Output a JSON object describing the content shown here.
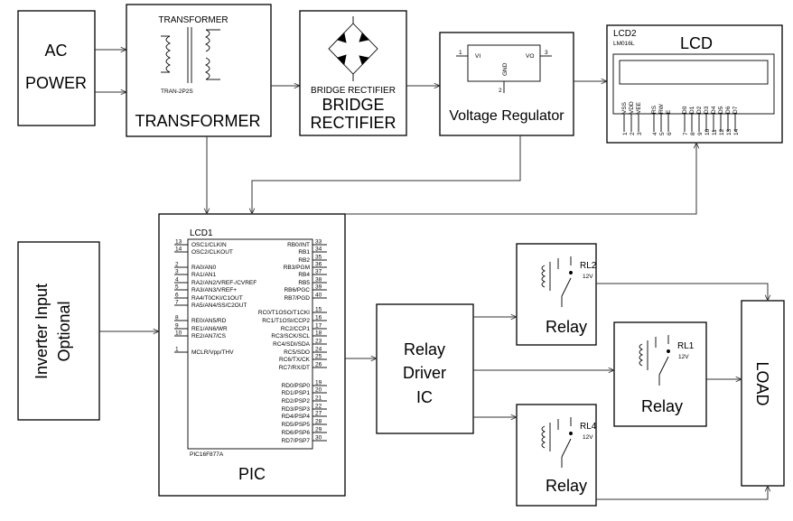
{
  "blocks": {
    "ac_power": {
      "line1": "AC",
      "line2": "POWER"
    },
    "transformer": {
      "top_label": "TRANSFORMER",
      "part": "TRAN-2P2S",
      "caption": "TRANSFORMER"
    },
    "bridge": {
      "small_label": "BRIDGE RECTIFIER",
      "line1": "BRIDGE",
      "line2": "RECTIFIER"
    },
    "regulator": {
      "caption": "Voltage Regulator",
      "pin_vi": "VI",
      "pin_vo": "VO",
      "pin_gnd": "GND",
      "n1": "1",
      "n2": "2",
      "n3": "3"
    },
    "lcd": {
      "ref": "LCD2",
      "model": "LM016L",
      "title": "LCD",
      "pin_names": [
        "VSS",
        "VDD",
        "VEE",
        "RS",
        "RW",
        "E",
        "D0",
        "D1",
        "D2",
        "D3",
        "D4",
        "D5",
        "D6",
        "D7"
      ],
      "pin_numbers": [
        "1",
        "2",
        "3",
        "4",
        "5",
        "6",
        "7",
        "8",
        "9",
        "10",
        "11",
        "12",
        "13",
        "14"
      ]
    },
    "pic": {
      "ref": "LCD1",
      "part": "PIC16F877A",
      "caption": "PIC",
      "left_pins": [
        {
          "num": "13",
          "name": "OSC1/CLKIN"
        },
        {
          "num": "14",
          "name": "OSC2/CLKOUT"
        },
        {
          "num": "2",
          "name": "RA0/AN0"
        },
        {
          "num": "3",
          "name": "RA1/AN1"
        },
        {
          "num": "4",
          "name": "RA2/AN2/VREF-/CVREF"
        },
        {
          "num": "5",
          "name": "RA3/AN3/VREF+"
        },
        {
          "num": "6",
          "name": "RA4/T0CKI/C1OUT"
        },
        {
          "num": "7",
          "name": "RA5/AN4/SS/C2OUT"
        },
        {
          "num": "8",
          "name": "RE0/AN5/RD"
        },
        {
          "num": "9",
          "name": "RE1/AN6/WR"
        },
        {
          "num": "10",
          "name": "RE2/AN7/CS"
        },
        {
          "num": "1",
          "name": "MCLR/Vpp/THV"
        }
      ],
      "right_pins": [
        {
          "num": "33",
          "name": "RB0/INT"
        },
        {
          "num": "34",
          "name": "RB1"
        },
        {
          "num": "35",
          "name": "RB2"
        },
        {
          "num": "36",
          "name": "RB3/PGM"
        },
        {
          "num": "37",
          "name": "RB4"
        },
        {
          "num": "38",
          "name": "RB5"
        },
        {
          "num": "39",
          "name": "RB6/PGC"
        },
        {
          "num": "40",
          "name": "RB7/PGD"
        },
        {
          "num": "15",
          "name": "RC0/T1OSO/T1CKI"
        },
        {
          "num": "16",
          "name": "RC1/T1OSI/CCP2"
        },
        {
          "num": "17",
          "name": "RC2/CCP1"
        },
        {
          "num": "18",
          "name": "RC3/SCK/SCL"
        },
        {
          "num": "23",
          "name": "RC4/SDI/SDA"
        },
        {
          "num": "24",
          "name": "RC5/SDO"
        },
        {
          "num": "25",
          "name": "RC6/TX/CK"
        },
        {
          "num": "26",
          "name": "RC7/RX/DT"
        },
        {
          "num": "19",
          "name": "RD0/PSP0"
        },
        {
          "num": "20",
          "name": "RD1/PSP1"
        },
        {
          "num": "21",
          "name": "RD2/PSP2"
        },
        {
          "num": "22",
          "name": "RD3/PSP3"
        },
        {
          "num": "27",
          "name": "RD4/PSP4"
        },
        {
          "num": "28",
          "name": "RD5/PSP5"
        },
        {
          "num": "29",
          "name": "RD6/PSP6"
        },
        {
          "num": "30",
          "name": "RD7/PSP7"
        }
      ]
    },
    "inverter": {
      "line1": "Inverter Input",
      "line2": "Optional"
    },
    "relay_driver": {
      "line1": "Relay",
      "line2": "Driver",
      "line3": "IC"
    },
    "relays": [
      {
        "ref": "RL2",
        "voltage": "12V",
        "caption": "Relay"
      },
      {
        "ref": "RL1",
        "voltage": "12V",
        "caption": "Relay"
      },
      {
        "ref": "RL4",
        "voltage": "12V",
        "caption": "Relay"
      }
    ],
    "load": {
      "label": "LOAD"
    }
  }
}
